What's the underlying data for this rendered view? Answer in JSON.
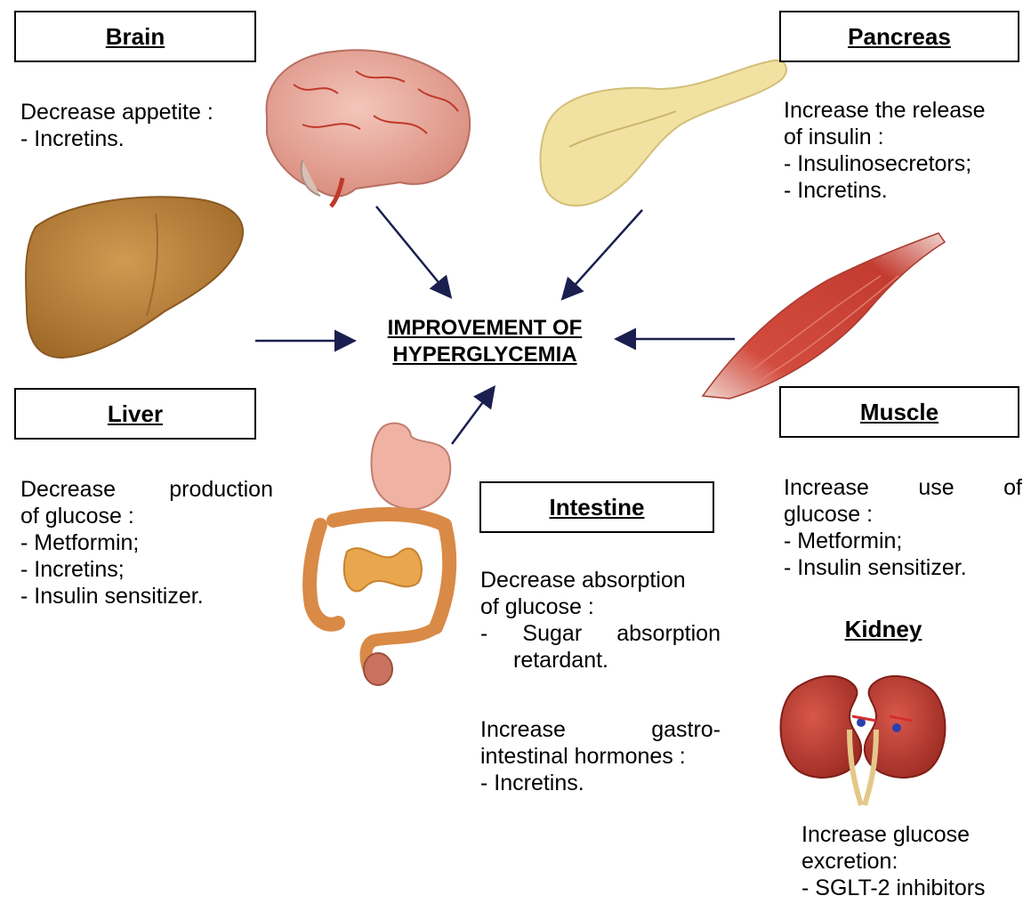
{
  "center": {
    "title_line1": "IMPROVEMENT OF",
    "title_line2": "HYPERGLYCEMIA"
  },
  "brain": {
    "name": "Brain",
    "lines": [
      "Decrease appetite :",
      "- Incretins."
    ]
  },
  "pancreas": {
    "name": "Pancreas",
    "lines": [
      "Increase the release",
      "of insulin :",
      "- Insulinosecretors;",
      "- Incretins."
    ]
  },
  "liver": {
    "name": "Liver",
    "lines": [
      "Decrease production",
      "of glucose :",
      "- Metformin;",
      "- Incretins;",
      "- Insulin sensitizer."
    ]
  },
  "muscle": {
    "name": "Muscle",
    "lines": [
      "Increase use of",
      "glucose :",
      "- Metformin;",
      "- Insulin sensitizer."
    ]
  },
  "intestine": {
    "name": "Intestine",
    "lines_a": [
      "Decrease absorption",
      "of glucose :",
      "- Sugar absorption",
      "retardant."
    ],
    "lines_b": [
      "Increase gastro-",
      "intestinal hormones :",
      "- Incretins."
    ]
  },
  "kidney": {
    "name": "Kidney",
    "lines": [
      "Increase glucose",
      "excretion:",
      "- SGLT-2 inhibitors"
    ]
  },
  "colors": {
    "arrow": "#1a1f4f",
    "liver": "#b9813a",
    "muscle": "#c9443a",
    "pancreas": "#f1e2a2",
    "brain": "#e8a89a",
    "kidney": "#b8332a",
    "stomach": "#f0b3a3",
    "intestine": "#e9a64d"
  }
}
